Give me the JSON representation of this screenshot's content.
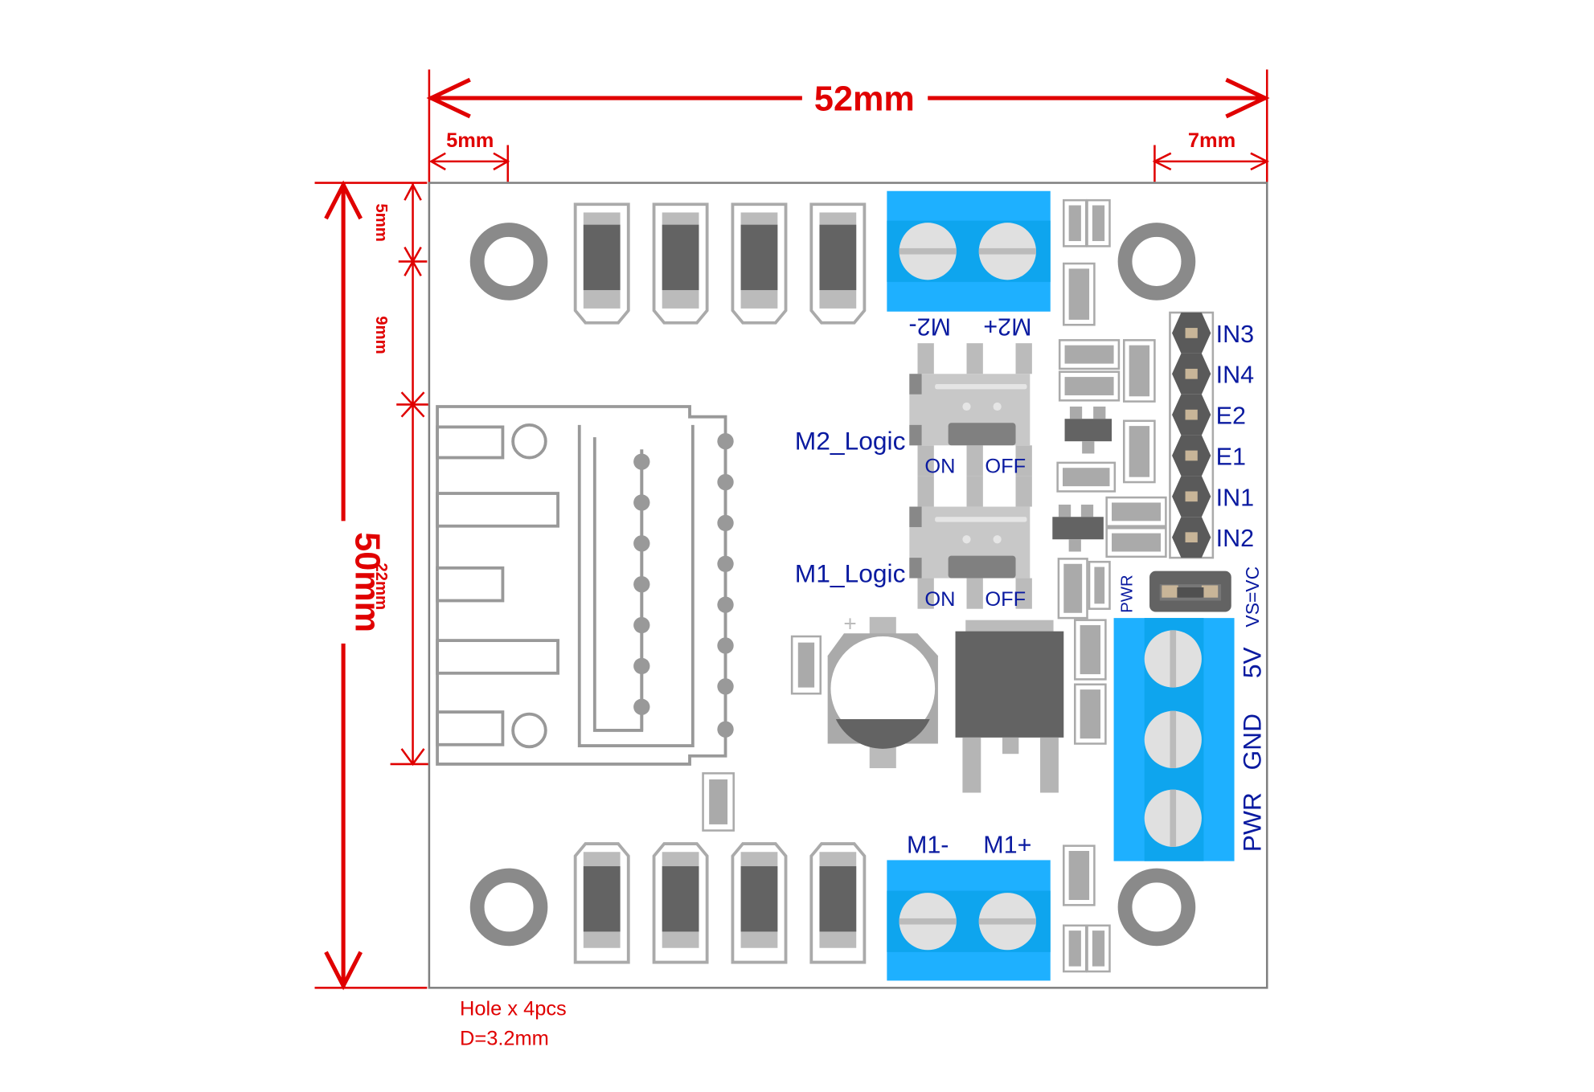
{
  "dimensions": {
    "width_total": "52mm",
    "height_total": "50mm",
    "left_offset": "5mm",
    "right_offset": "7mm",
    "top_offset": "5mm",
    "hole_spacing": "9mm",
    "heatsink_height": "22mm"
  },
  "notes": {
    "hole_count": "Hole x 4pcs",
    "hole_diameter": "D=3.2mm"
  },
  "terminals": {
    "m2_minus": "M2-",
    "m2_plus": "M2+",
    "m1_minus": "M1-",
    "m1_plus": "M1+",
    "pwr_5v": "5V",
    "pwr_gnd": "GND",
    "pwr_pwr": "PWR"
  },
  "switches": {
    "m2_label": "M2_Logic",
    "m1_label": "M1_Logic",
    "on": "ON",
    "off": "OFF"
  },
  "header_pins": [
    "IN3",
    "IN4",
    "E2",
    "E1",
    "IN1",
    "IN2"
  ],
  "jumper": {
    "label": "VS=VC",
    "led_label": "PWR"
  },
  "colors": {
    "dimension": "#e00000",
    "silkscreen_text": "#0a1aa0",
    "terminal_blue": "#1eb0ff",
    "terminal_blue_dark": "#0ea5ee",
    "component_gray": "#999999",
    "component_dark": "#636363"
  }
}
